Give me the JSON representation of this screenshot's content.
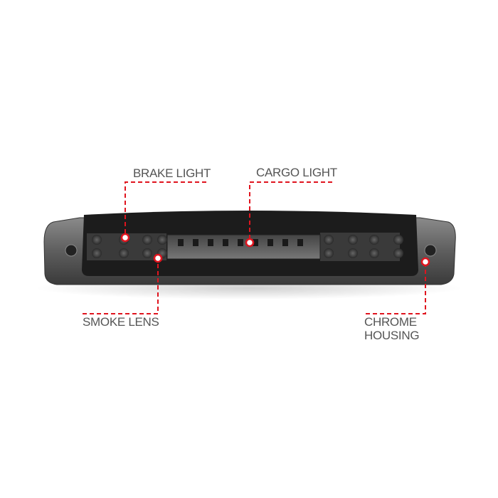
{
  "colors": {
    "callout": "#e0141e",
    "label_text": "#555555",
    "housing": "#6a6a6a",
    "lens": "#1c1c1c"
  },
  "callouts": [
    {
      "id": "brake-light",
      "label": "BRAKE LIGHT"
    },
    {
      "id": "cargo-light",
      "label": "CARGO LIGHT"
    },
    {
      "id": "smoke-lens",
      "label": "SMOKE LENS"
    },
    {
      "id": "chrome-housing",
      "label_line1": "CHROME",
      "label_line2": "HOUSING"
    }
  ]
}
